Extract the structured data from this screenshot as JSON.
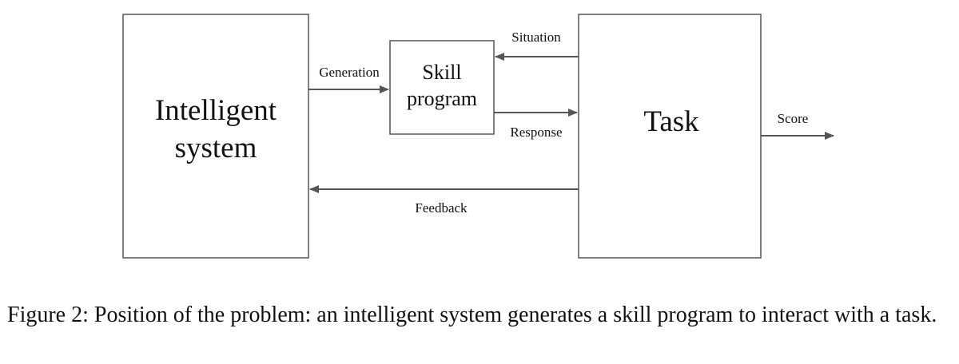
{
  "diagram": {
    "intelligent_system": {
      "line1": "Intelligent",
      "line2": "system"
    },
    "skill_program": {
      "line1": "Skill",
      "line2": "program"
    },
    "task": {
      "label": "Task"
    },
    "edges": {
      "generation": "Generation",
      "situation": "Situation",
      "response": "Response",
      "feedback": "Feedback",
      "score": "Score"
    },
    "colors": {
      "stroke": "#555555",
      "text": "#111111",
      "background": "#ffffff"
    }
  },
  "caption": {
    "text": "Figure 2: Position of the problem: an intelligent system generates a skill program to interact with a task."
  }
}
